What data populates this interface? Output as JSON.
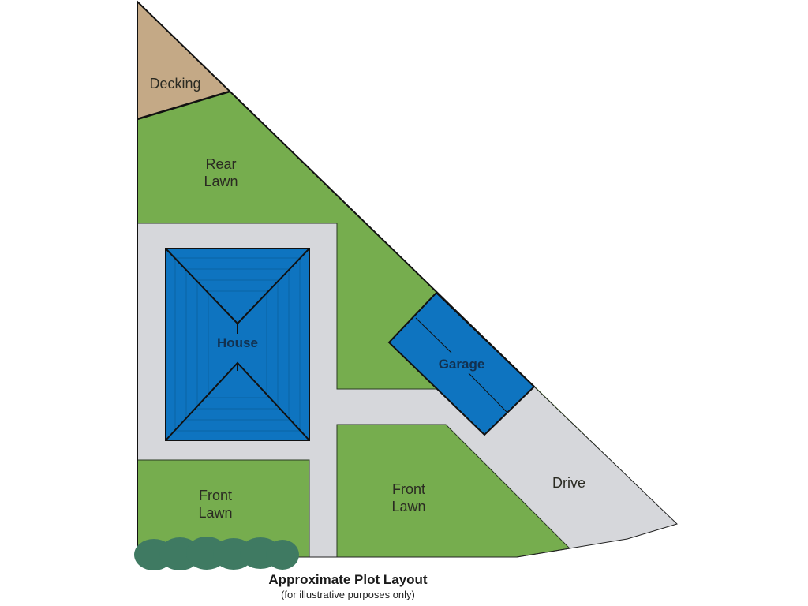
{
  "colors": {
    "lawn": "#76ad4e",
    "decking": "#c4a986",
    "path": "#d6d7db",
    "building": "#0e74c0",
    "hedge": "#3f7a62"
  },
  "labels": {
    "decking": "Decking",
    "rear_lawn": [
      "Rear",
      "Lawn"
    ],
    "house": "House",
    "garage": "Garage",
    "front_lawn_left": [
      "Front",
      "Lawn"
    ],
    "front_lawn_right": [
      "Front",
      "Lawn"
    ],
    "drive": "Drive"
  },
  "caption": {
    "title": "Approximate Plot Layout",
    "subtitle": "(for illustrative purposes only)"
  }
}
